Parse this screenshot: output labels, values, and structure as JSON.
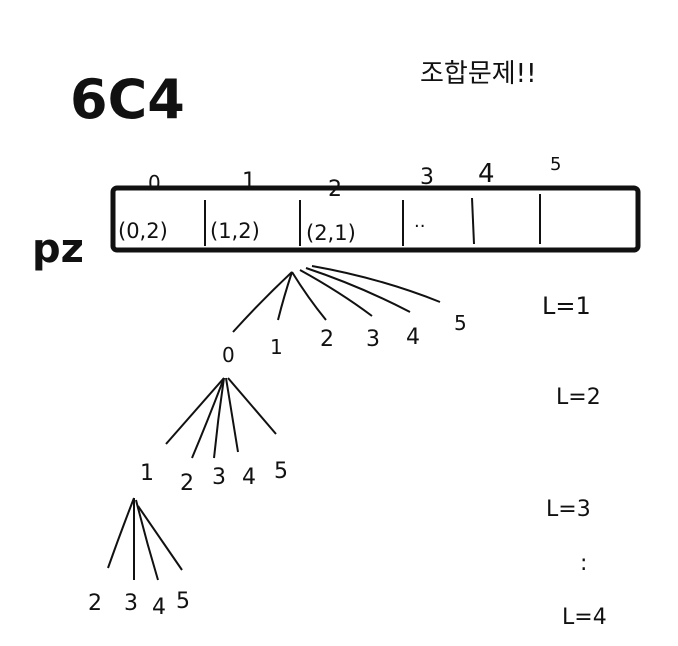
{
  "title": "6C4",
  "note": "조합문제!!",
  "array_name": "pz",
  "indices": [
    "0",
    "1",
    "2",
    "3",
    "4",
    "5"
  ],
  "cells": [
    "(0,2)",
    "(1,2)",
    "(2,1)",
    "··",
    "",
    ""
  ],
  "tree": {
    "root": [
      "0",
      "1",
      "2",
      "3",
      "4",
      "5"
    ],
    "level2": [
      "1",
      "2",
      "3",
      "4",
      "5"
    ],
    "level3": [
      "2",
      "3",
      "4",
      "5"
    ]
  },
  "levels": {
    "l1": "L=1",
    "l2": "L=2",
    "l3": "L=3",
    "ellipsis": ":",
    "l4": "L=4"
  }
}
